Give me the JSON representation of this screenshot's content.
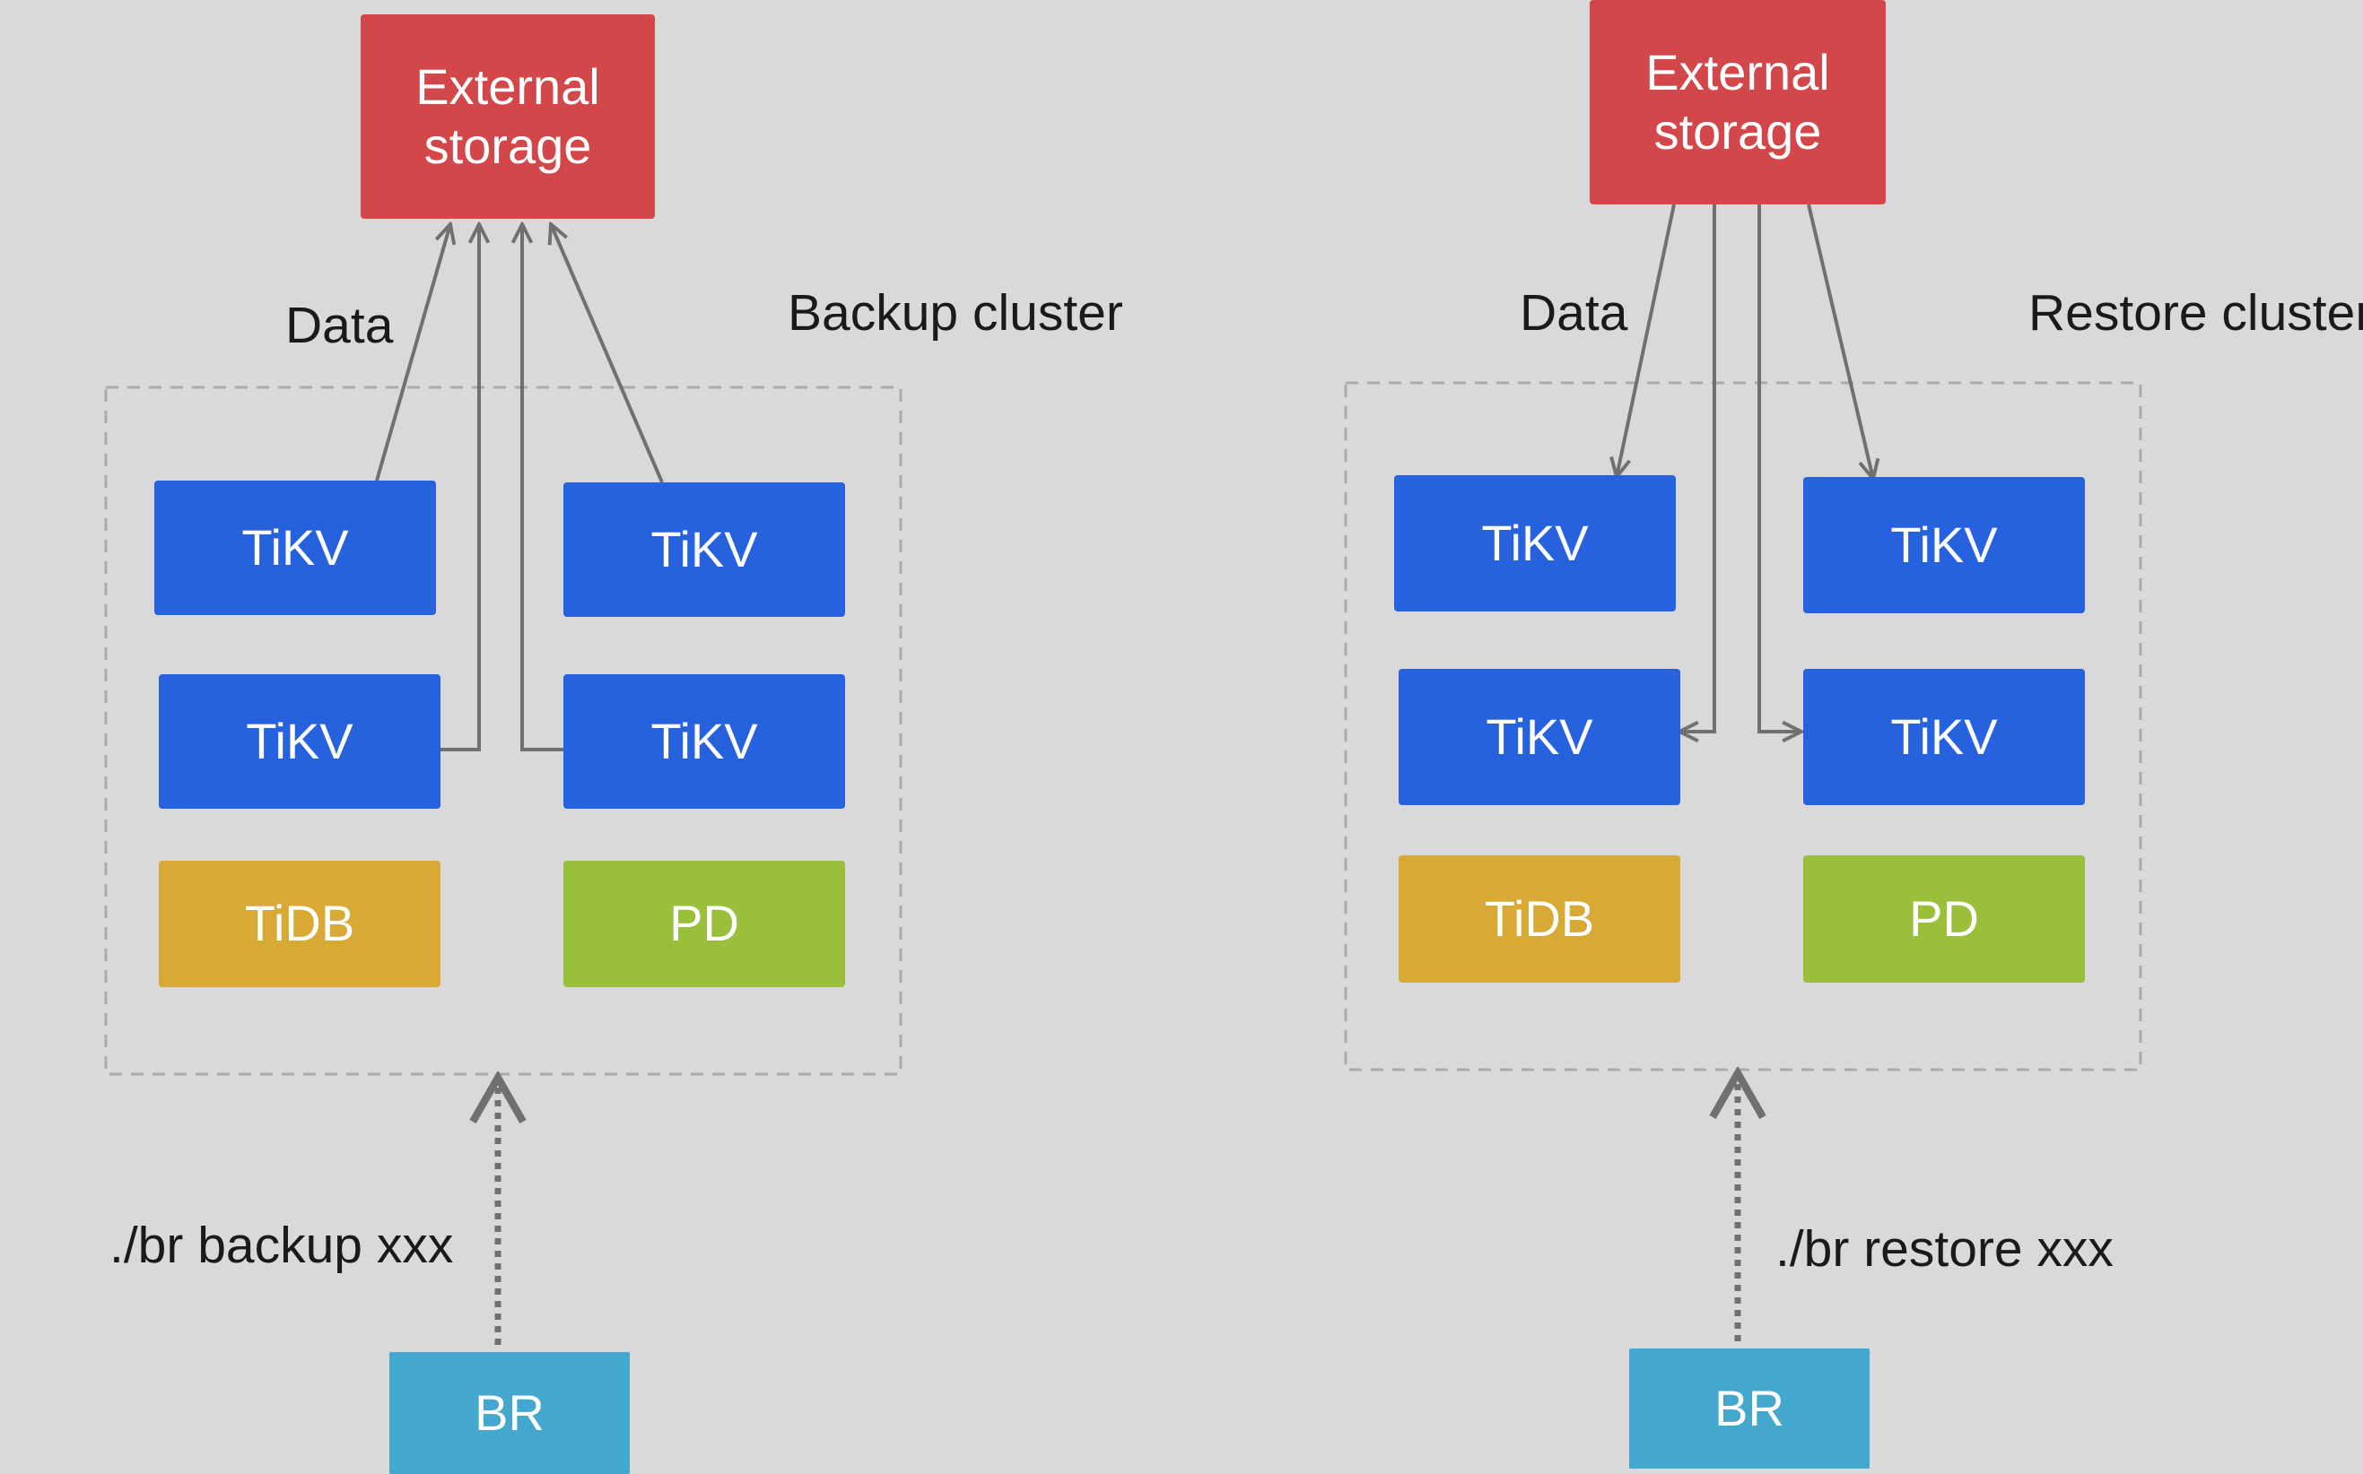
{
  "colors": {
    "background": "#d9d9d9",
    "external_storage": "#d2474a",
    "tikv": "#2661de",
    "tidb": "#d8aa35",
    "pd": "#99bf3b",
    "br": "#44a7cd",
    "arrow": "#707070",
    "cluster_border": "#aaaaaa"
  },
  "backup": {
    "storage_label": "External\nstorage",
    "data_label": "Data",
    "cluster_label": "Backup cluster",
    "command_label": "./br backup xxx",
    "nodes": {
      "tikv_1": "TiKV",
      "tikv_2": "TiKV",
      "tikv_3": "TiKV",
      "tikv_4": "TiKV",
      "tidb": "TiDB",
      "pd": "PD"
    },
    "br_label": "BR"
  },
  "restore": {
    "storage_label": "External\nstorage",
    "data_label": "Data",
    "cluster_label": "Restore cluster",
    "command_label": "./br restore xxx",
    "nodes": {
      "tikv_1": "TiKV",
      "tikv_2": "TiKV",
      "tikv_3": "TiKV",
      "tikv_4": "TiKV",
      "tidb": "TiDB",
      "pd": "PD"
    },
    "br_label": "BR"
  }
}
